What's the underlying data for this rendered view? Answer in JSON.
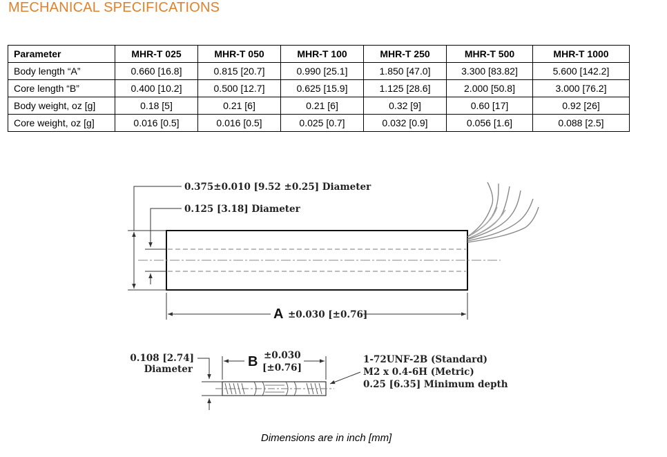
{
  "title": "MECHANICAL SPECIFICATIONS",
  "table": {
    "headers": [
      "Parameter",
      "MHR-T 025",
      "MHR-T 050",
      "MHR-T 100",
      "MHR-T 250",
      "MHR-T 500",
      "MHR-T 1000"
    ],
    "rows": [
      [
        "Body length “A”",
        "0.660 [16.8]",
        "0.815 [20.7]",
        "0.990 [25.1]",
        "1.850 [47.0]",
        "3.300 [83.82]",
        "5.600 [142.2]"
      ],
      [
        "Core length “B”",
        "0.400 [10.2]",
        "0.500 [12.7]",
        "0.625 [15.9]",
        "1.125 [28.6]",
        "2.000 [50.8]",
        "3.000 [76.2]"
      ],
      [
        "Body weight, oz [g]",
        "0.18 [5]",
        "0.21 [6]",
        "0.21 [6]",
        "0.32 [9]",
        "0.60 [17]",
        "0.92 [26]"
      ],
      [
        "Core weight, oz [g]",
        "0.016 [0.5]",
        "0.016 [0.5]",
        "0.025 [0.7]",
        "0.032 [0.9]",
        "0.056 [1.6]",
        "0.088 [2.5]"
      ]
    ]
  },
  "drawing": {
    "outer_diameter": "0.375±0.010 [9.52 ±0.25] Diameter",
    "inner_diameter": "0.125 [3.18] Diameter",
    "a_letter": "A",
    "a_tolerance": "±0.030 [±0.76]",
    "core_diameter_value": "0.108 [2.74]",
    "core_diameter_label": "Diameter",
    "b_letter": "B",
    "b_tol_inch": "±0.030",
    "b_tol_mm": "[±0.76]",
    "thread_standard": "1-72UNF-2B (Standard)",
    "thread_metric": "M2 x 0.4-6H (Metric)",
    "thread_depth": "0.25 [6.35] Minimum depth"
  },
  "caption": "Dimensions are in inch [mm]"
}
